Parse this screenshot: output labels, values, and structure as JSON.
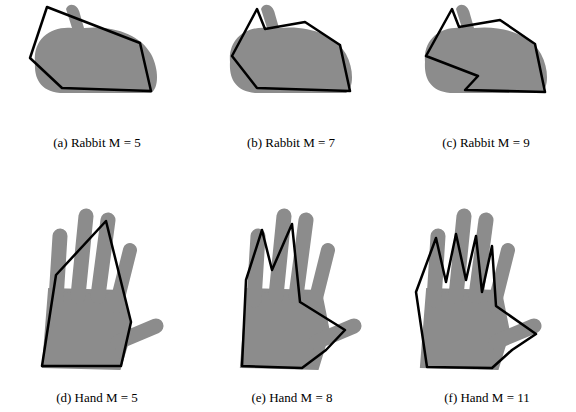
{
  "diagram": {
    "labels": [
      "(a) Rabbit M = 5",
      "(b) Rabbit M = 7",
      "(c) Rabbit M = 9",
      "(d) Hand M = 5",
      "(e) Hand M = 8",
      "(f) Hand M = 11"
    ]
  }
}
